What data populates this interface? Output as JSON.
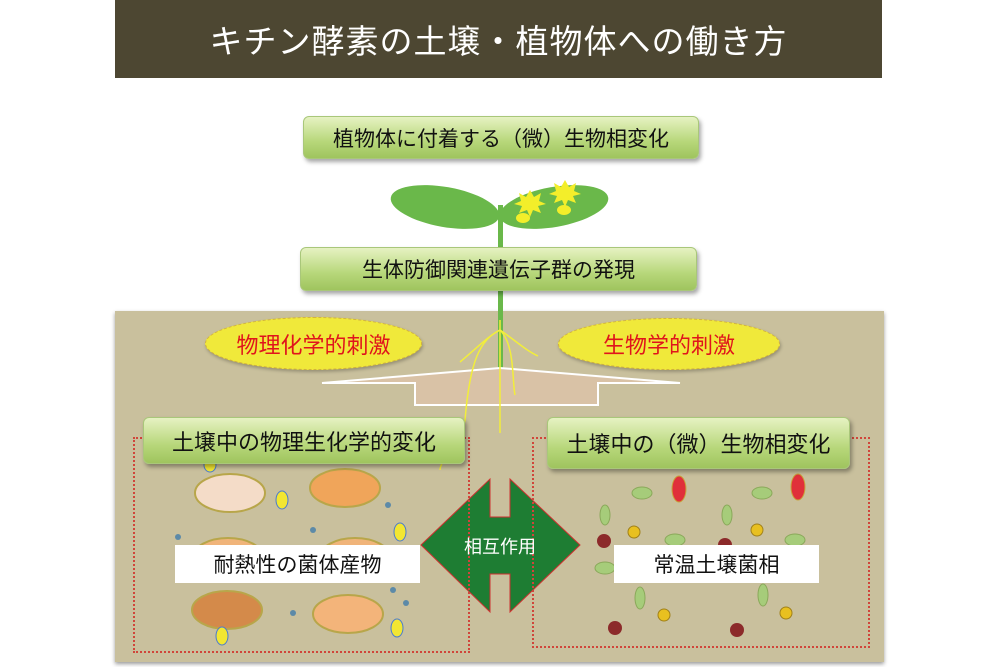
{
  "title": "キチン酵素の土壌・植物体への働き方",
  "plant_microbe_change": "植物体に付着する（微）生物相変化",
  "defense_genes": "生体防御関連遺伝子群の発現",
  "stimulus_physical": "物理化学的刺激",
  "stimulus_biological": "生物学的刺激",
  "soil_physchem_change": "土壌中の物理生化学的変化",
  "soil_microbe_change": "土壌中の（微）生物相変化",
  "interaction": "相互作用",
  "heat_resistant_products": "耐熱性の菌体産物",
  "normal_temp_flora": "常温土壌菌相",
  "colors": {
    "banner": "#4d4732",
    "soil": "#c9c09d",
    "arrow_green": "#1e7d33",
    "stimulus_text": "#e0141c"
  }
}
